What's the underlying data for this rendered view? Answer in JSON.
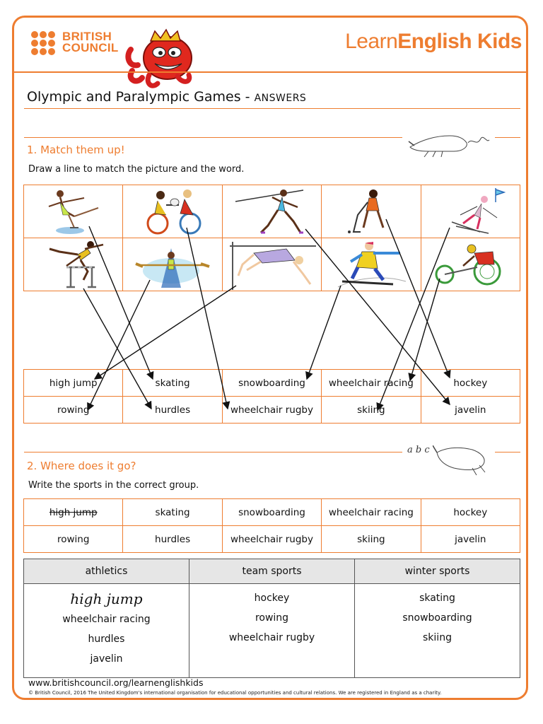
{
  "header": {
    "logo_line1": "BRITISH",
    "logo_line2": "COUNCIL",
    "brand_learn": "Learn",
    "brand_english": "English",
    "brand_kids": " Kids"
  },
  "title": {
    "main": "Olympic and Paralympic Games - ",
    "answers": "ANSWERS"
  },
  "section1": {
    "heading": "1. Match them up!",
    "instruction": "Draw a line to match the picture and the word."
  },
  "pictures": {
    "row1": [
      "figure-skater-icon",
      "wheelchair-rugby-icon",
      "javelin-thrower-icon",
      "hockey-player-icon",
      "skier-icon"
    ],
    "row2": [
      "hurdler-icon",
      "rower-icon",
      "high-jumper-icon",
      "snowboarder-icon",
      "wheelchair-racer-icon"
    ]
  },
  "match_words": {
    "row1": [
      "high jump",
      "skating",
      "snowboarding",
      "wheelchair racing",
      "hockey"
    ],
    "row2": [
      "rowing",
      "hurdles",
      "wheelchair rugby",
      "skiing",
      "javelin"
    ]
  },
  "section2": {
    "heading": "2. Where does it go?",
    "instruction": "Write the sports in the correct group.",
    "abc": "a b c"
  },
  "group_words": {
    "row1": [
      "high jump",
      "skating",
      "snowboarding",
      "wheelchair racing",
      "hockey"
    ],
    "row2": [
      "rowing",
      "hurdles",
      "wheelchair rugby",
      "skiing",
      "javelin"
    ]
  },
  "groups": {
    "headers": [
      "athletics",
      "team sports",
      "winter sports"
    ],
    "athletics_hand": "high jump",
    "athletics": [
      "wheelchair racing",
      "hurdles",
      "javelin"
    ],
    "team_sports": [
      "hockey",
      "rowing",
      "wheelchair rugby"
    ],
    "winter_sports": [
      "skating",
      "snowboarding",
      "skiing"
    ]
  },
  "footer": {
    "url": "www.britishcouncil.org/learnenglishkids",
    "copyright": "© British Council, 2016 The United Kingdom's international organisation for educational opportunities and cultural relations. We are registered in England as a charity."
  },
  "colors": {
    "accent": "#ee7d30",
    "header_fill": "#e6e6e6"
  }
}
